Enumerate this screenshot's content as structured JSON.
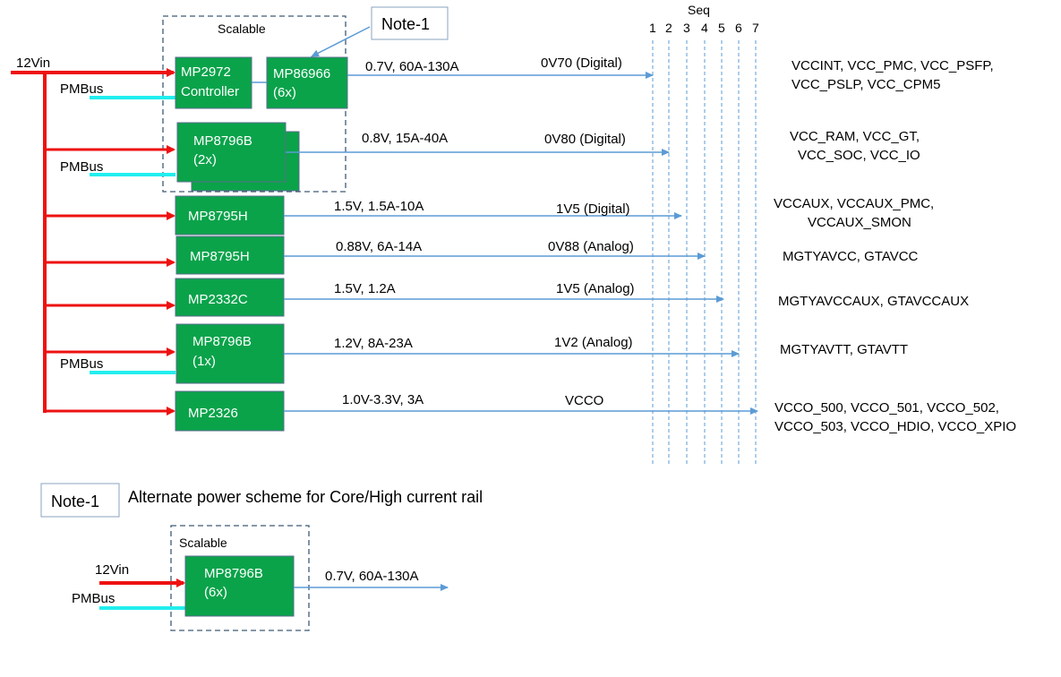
{
  "colors": {
    "regulator_fill": "#0aa34a",
    "regulator_stroke": "#5a6e8c",
    "input_12v": "#ee1111",
    "pmbus": "#22eeee",
    "output": "#5b9bd5",
    "dashed_box": "#3d5a75",
    "seq_line": "#5b9bd5"
  },
  "input": {
    "label": "12Vin",
    "pmbus_label": "PMBus"
  },
  "scalable_label": "Scalable",
  "note_label": "Note-1",
  "seq": {
    "title": "Seq",
    "numbers": [
      "1",
      "2",
      "3",
      "4",
      "5",
      "6",
      "7"
    ]
  },
  "regulators": [
    {
      "id": "mp2972",
      "lines": [
        "MP2972",
        "Controller"
      ]
    },
    {
      "id": "mp86966",
      "lines": [
        "MP86966",
        "(6x)"
      ]
    },
    {
      "id": "mp8796b-2x",
      "lines": [
        "MP8796B",
        "(2x)"
      ]
    },
    {
      "id": "mp8795h-a",
      "lines": [
        "MP8795H"
      ]
    },
    {
      "id": "mp8795h-b",
      "lines": [
        "MP8795H"
      ]
    },
    {
      "id": "mp2332c",
      "lines": [
        "MP2332C"
      ]
    },
    {
      "id": "mp8796b-1x",
      "lines": [
        "MP8796B",
        "(1x)"
      ]
    },
    {
      "id": "mp2326",
      "lines": [
        "MP2326"
      ]
    }
  ],
  "rails": [
    {
      "spec": "0.7V, 60A-130A",
      "name": "0V70 (Digital)",
      "seq": 1,
      "loads": [
        "VCCINT, VCC_PMC, VCC_PSFP,",
        "VCC_PSLP, VCC_CPM5"
      ]
    },
    {
      "spec": "0.8V, 15A-40A",
      "name": "0V80 (Digital)",
      "seq": 2,
      "loads": [
        "VCC_RAM, VCC_GT,",
        "VCC_SOC, VCC_IO"
      ]
    },
    {
      "spec": "1.5V, 1.5A-10A",
      "name": "1V5 (Digital)",
      "seq": 3,
      "loads": [
        "VCCAUX, VCCAUX_PMC,",
        "VCCAUX_SMON"
      ]
    },
    {
      "spec": "0.88V, 6A-14A",
      "name": "0V88 (Analog)",
      "seq": 4,
      "loads": [
        "MGTYAVCC, GTAVCC"
      ]
    },
    {
      "spec": "1.5V, 1.2A",
      "name": "1V5 (Analog)",
      "seq": 5,
      "loads": [
        "MGTYAVCCAUX, GTAVCCAUX"
      ]
    },
    {
      "spec": "1.2V, 8A-23A",
      "name": "1V2 (Analog)",
      "seq": 6,
      "loads": [
        "MGTYAVTT, GTAVTT"
      ]
    },
    {
      "spec": "1.0V-3.3V, 3A",
      "name": "VCCO",
      "seq": 7,
      "loads": [
        "VCCO_500, VCCO_501, VCCO_502,",
        "VCCO_503, VCCO_HDIO, VCCO_XPIO"
      ]
    }
  ],
  "alternate": {
    "note_label": "Note-1",
    "title": "Alternate power scheme for Core/High current rail",
    "scalable_label": "Scalable",
    "input_label": "12Vin",
    "pmbus_label": "PMBus",
    "regulator_lines": [
      "MP8796B",
      "(6x)"
    ],
    "spec": "0.7V, 60A-130A"
  }
}
